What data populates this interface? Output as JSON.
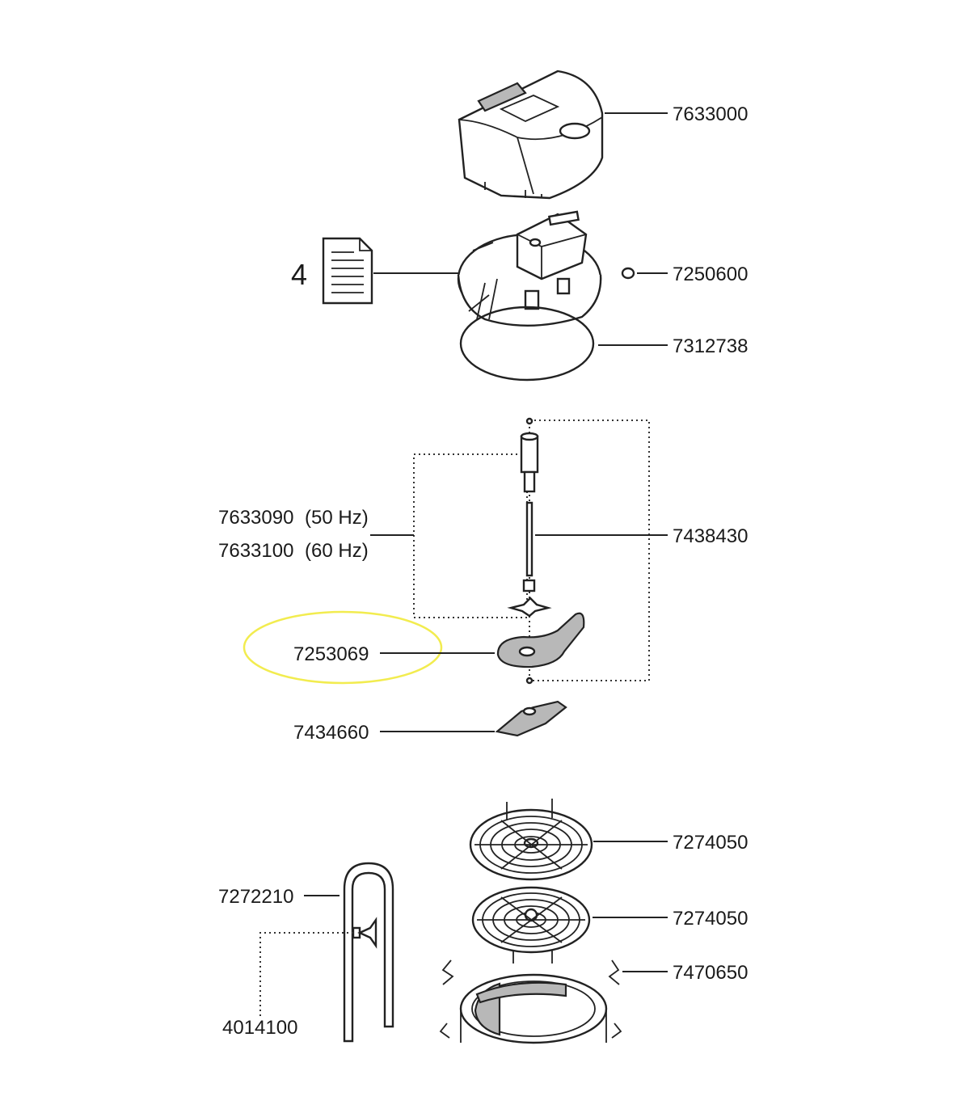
{
  "colors": {
    "highlight": "#f2ec4f",
    "line": "#222222",
    "shade": "#b8b8b8"
  },
  "parts": {
    "p7633000": "7633000",
    "p7250600": "7250600",
    "p7312738": "7312738",
    "doc_ref": "4",
    "p7633090": "7633090",
    "p7633090_freq": "(50 Hz)",
    "p7633100": "7633100",
    "p7633100_freq": "(60 Hz)",
    "p7438430": "7438430",
    "p7253069": "7253069",
    "p7434660": "7434660",
    "p7274050_top": "7274050",
    "p7274050_bottom": "7274050",
    "p7272210": "7272210",
    "p7470650": "7470650",
    "p4014100": "4014100"
  },
  "icons": {
    "document": "document-icon"
  }
}
